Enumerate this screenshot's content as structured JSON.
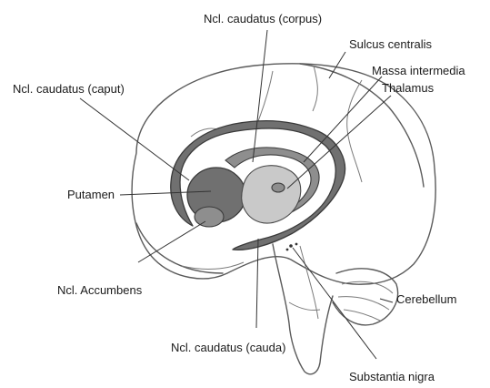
{
  "labels": {
    "corpus": "Ncl. caudatus (corpus)",
    "sulcus": "Sulcus centralis",
    "massa": "Massa intermedia",
    "thalamus": "Thalamus",
    "caput": "Ncl. caudatus (caput)",
    "putamen": "Putamen",
    "accumbens": "Ncl. Accumbens",
    "cerebellum": "Cerebellum",
    "cauda": "Ncl. caudatus (cauda)",
    "nigra": "Substantia nigra"
  }
}
